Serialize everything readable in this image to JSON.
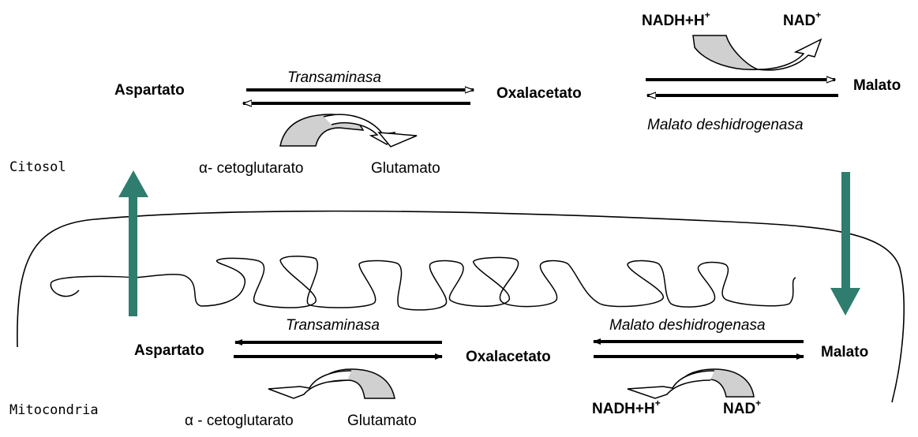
{
  "cytosol": {
    "compartment": "Citosol",
    "aspartate": "Aspartato",
    "oxaloacetate": "Oxalacetato",
    "malate": "Malato",
    "transaminase": "Transaminasa",
    "malate_dehydrogenase": "Malato deshidrogenasa",
    "alpha_ketoglutarate": "α- cetoglutarato",
    "glutamate": "Glutamato",
    "nadh": "NADH+H",
    "nad": "NAD",
    "plus": "+"
  },
  "mitochondria": {
    "compartment": "Mitocondria",
    "aspartate": "Aspartato",
    "oxaloacetate": "Oxalacetato",
    "malate": "Malato",
    "transaminase": "Transaminasa",
    "malate_dehydrogenase": "Malato deshidrogenasa",
    "alpha_ketoglutarate": "α - cetoglutarato",
    "glutamate": "Glutamato",
    "nadh": "NADH+H",
    "nad": "NAD",
    "plus": "+"
  },
  "colors": {
    "transport_arrow": "#2e7d6e",
    "coenzyme_fill": "#d0d0d0",
    "line": "#000000"
  }
}
